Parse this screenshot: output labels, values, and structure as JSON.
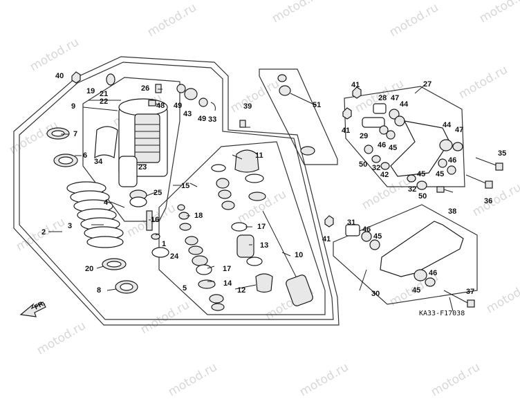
{
  "watermark": "motod.ru",
  "diagram_code": "KA33-F17038",
  "direction_label": "FR.",
  "labels": [
    "1",
    "2",
    "3",
    "4",
    "5",
    "6",
    "7",
    "8",
    "9",
    "10",
    "11",
    "12",
    "13",
    "14",
    "15",
    "16",
    "17",
    "18",
    "19",
    "20",
    "21",
    "22",
    "23",
    "24",
    "25",
    "26",
    "27",
    "28",
    "29",
    "30",
    "31",
    "32",
    "33",
    "34",
    "35",
    "36",
    "37",
    "38",
    "39",
    "40",
    "41",
    "42",
    "43",
    "44",
    "45",
    "46",
    "47",
    "48",
    "49",
    "50",
    "51"
  ],
  "colors": {
    "line": "#222222",
    "watermark": "#d7d7d7",
    "background": "#ffffff"
  }
}
